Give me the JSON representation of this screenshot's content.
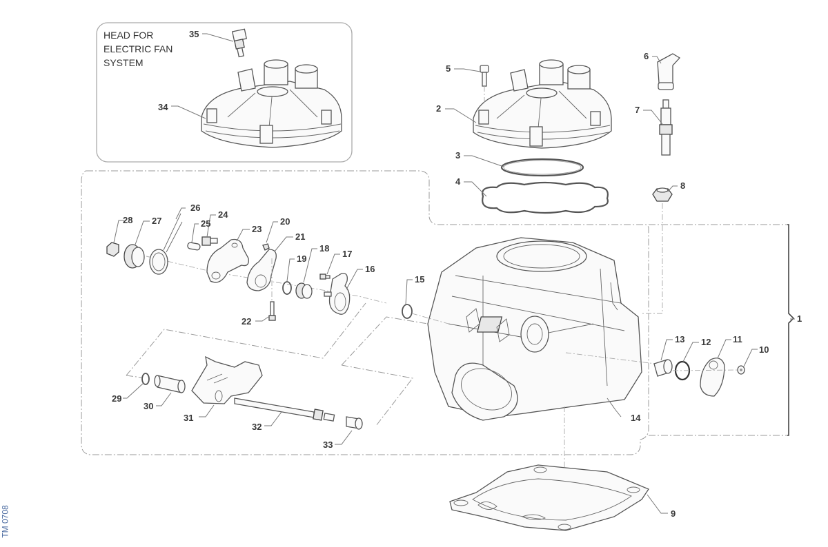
{
  "inset": {
    "title_lines": [
      "HEAD FOR",
      "ELECTRIC FAN",
      "SYSTEM"
    ]
  },
  "doc_code": "TM 0708",
  "callouts": [
    {
      "id": "1",
      "text": "1"
    },
    {
      "id": "2",
      "text": "2"
    },
    {
      "id": "3",
      "text": "3"
    },
    {
      "id": "4",
      "text": "4"
    },
    {
      "id": "5",
      "text": "5"
    },
    {
      "id": "6",
      "text": "6"
    },
    {
      "id": "7",
      "text": "7"
    },
    {
      "id": "8",
      "text": "8"
    },
    {
      "id": "9",
      "text": "9"
    },
    {
      "id": "10",
      "text": "10"
    },
    {
      "id": "11",
      "text": "11"
    },
    {
      "id": "12",
      "text": "12"
    },
    {
      "id": "13",
      "text": "13"
    },
    {
      "id": "14",
      "text": "14"
    },
    {
      "id": "15",
      "text": "15"
    },
    {
      "id": "16",
      "text": "16"
    },
    {
      "id": "17",
      "text": "17"
    },
    {
      "id": "18",
      "text": "18"
    },
    {
      "id": "19",
      "text": "19"
    },
    {
      "id": "20",
      "text": "20"
    },
    {
      "id": "21",
      "text": "21"
    },
    {
      "id": "22",
      "text": "22"
    },
    {
      "id": "23",
      "text": "23"
    },
    {
      "id": "24",
      "text": "24"
    },
    {
      "id": "25",
      "text": "25"
    },
    {
      "id": "26",
      "text": "26"
    },
    {
      "id": "27",
      "text": "27"
    },
    {
      "id": "28",
      "text": "28"
    },
    {
      "id": "29",
      "text": "29"
    },
    {
      "id": "30",
      "text": "30"
    },
    {
      "id": "31",
      "text": "31"
    },
    {
      "id": "32",
      "text": "32"
    },
    {
      "id": "33",
      "text": "33"
    },
    {
      "id": "34",
      "text": "34"
    },
    {
      "id": "35",
      "text": "35"
    }
  ],
  "colors": {
    "line": "#555555",
    "label": "#3a3a3a",
    "code": "#4a6aa0"
  }
}
